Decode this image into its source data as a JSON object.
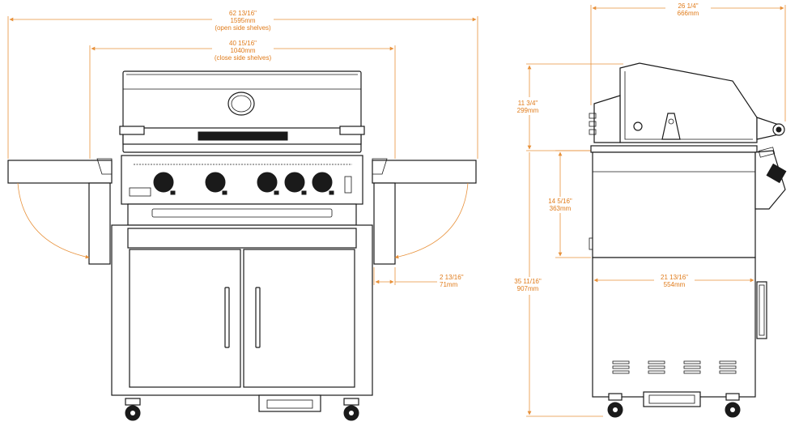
{
  "dimensions": {
    "open_width": {
      "imperial": "62 13/16\"",
      "metric": "1595mm",
      "note": "(open side shelves)"
    },
    "closed_width": {
      "imperial": "40 15/16\"",
      "metric": "1040mm",
      "note": "(close side shelves)"
    },
    "shelf_drop": {
      "imperial": "2 13/16\"",
      "metric": "71mm"
    },
    "depth": {
      "imperial": "26 1/4\"",
      "metric": "666mm"
    },
    "lid_height": {
      "imperial": "11 3/4\"",
      "metric": "299mm"
    },
    "control_panel_height": {
      "imperial": "14 5/16\"",
      "metric": "363mm"
    },
    "total_height": {
      "imperial": "35 11/16\"",
      "metric": "907mm"
    },
    "base_depth": {
      "imperial": "21 13/16\"",
      "metric": "554mm"
    }
  },
  "colors": {
    "dimension": "#e07b1a",
    "outline": "#1a1a1a"
  }
}
